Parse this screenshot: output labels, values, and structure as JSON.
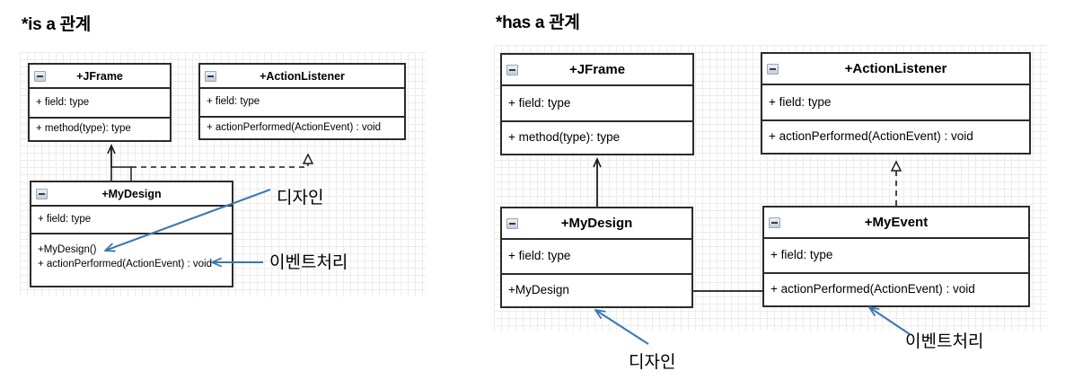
{
  "page": {
    "accent_blue": "#3b78b0",
    "line_black": "#2b2b2b",
    "grid_color": "#e8e8e8",
    "background": "#ffffff"
  },
  "sections": [
    {
      "id": "is-a",
      "title": "*is a 관계"
    },
    {
      "id": "has-a",
      "title": "*has a 관계"
    }
  ],
  "classes": {
    "left_jframe": {
      "name": "+JFrame",
      "icon": "collapse-minus-icon",
      "fields": [
        "+ field: type"
      ],
      "methods": [
        "+ method(type): type"
      ]
    },
    "left_actionlistener": {
      "name": "+ActionListener",
      "icon": "collapse-minus-icon",
      "fields": [
        "+ field: type"
      ],
      "methods": [
        "+ actionPerformed(ActionEvent) : void"
      ]
    },
    "left_mydesign": {
      "name": "+MyDesign",
      "icon": "collapse-minus-icon",
      "fields": [
        "+ field: type"
      ],
      "methods": [
        "+MyDesign()",
        "+ actionPerformed(ActionEvent) : void"
      ]
    },
    "right_jframe": {
      "name": "+JFrame",
      "icon": "collapse-minus-icon",
      "fields": [
        "+ field: type"
      ],
      "methods": [
        "+ method(type): type"
      ]
    },
    "right_actionlistener": {
      "name": "+ActionListener",
      "icon": "collapse-minus-icon",
      "fields": [
        "+ field: type"
      ],
      "methods": [
        "+ actionPerformed(ActionEvent) : void"
      ]
    },
    "right_mydesign": {
      "name": "+MyDesign",
      "icon": "collapse-minus-icon",
      "fields": [
        "+ field: type"
      ],
      "methods": [
        "+MyDesign"
      ]
    },
    "right_myevent": {
      "name": "+MyEvent",
      "icon": "collapse-minus-icon",
      "fields": [
        "+ field: type"
      ],
      "methods": [
        "+ actionPerformed(ActionEvent) : void"
      ]
    }
  },
  "annotations": {
    "left_design": "디자인",
    "left_event": "이벤트처리",
    "right_design": "디자인",
    "right_event": "이벤트처리"
  },
  "relations": [
    {
      "id": "left-generalization",
      "from": "+MyDesign",
      "to": "+JFrame",
      "style": "solid-hollow-arrow"
    },
    {
      "id": "left-realization",
      "from": "+MyDesign",
      "to": "+ActionListener",
      "style": "dashed-hollow-triangle"
    },
    {
      "id": "right-generalization",
      "from": "+MyDesign",
      "to": "+JFrame",
      "style": "solid-hollow-arrow"
    },
    {
      "id": "right-realization",
      "from": "+MyEvent",
      "to": "+ActionListener",
      "style": "dashed-hollow-triangle"
    },
    {
      "id": "right-association",
      "from": "+MyDesign",
      "to": "+MyEvent",
      "style": "solid-line"
    }
  ]
}
